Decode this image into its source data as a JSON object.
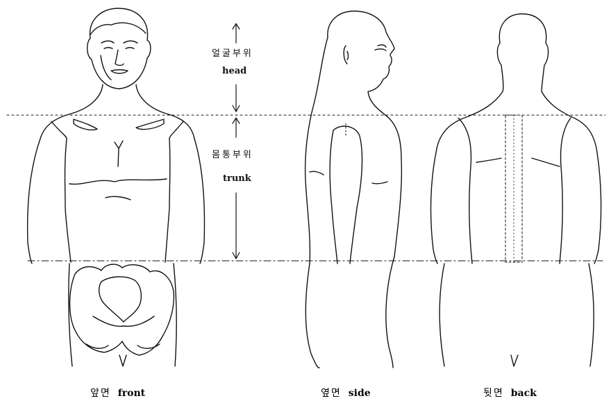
{
  "regions": {
    "head": {
      "ko": "얼굴부위",
      "en": "head"
    },
    "trunk": {
      "ko": "몸통부위",
      "en": "trunk"
    }
  },
  "views": {
    "front": {
      "ko": "앞면",
      "en": "front"
    },
    "side": {
      "ko": "옆면",
      "en": "side"
    },
    "back": {
      "ko": "뒷면",
      "en": "back"
    }
  }
}
